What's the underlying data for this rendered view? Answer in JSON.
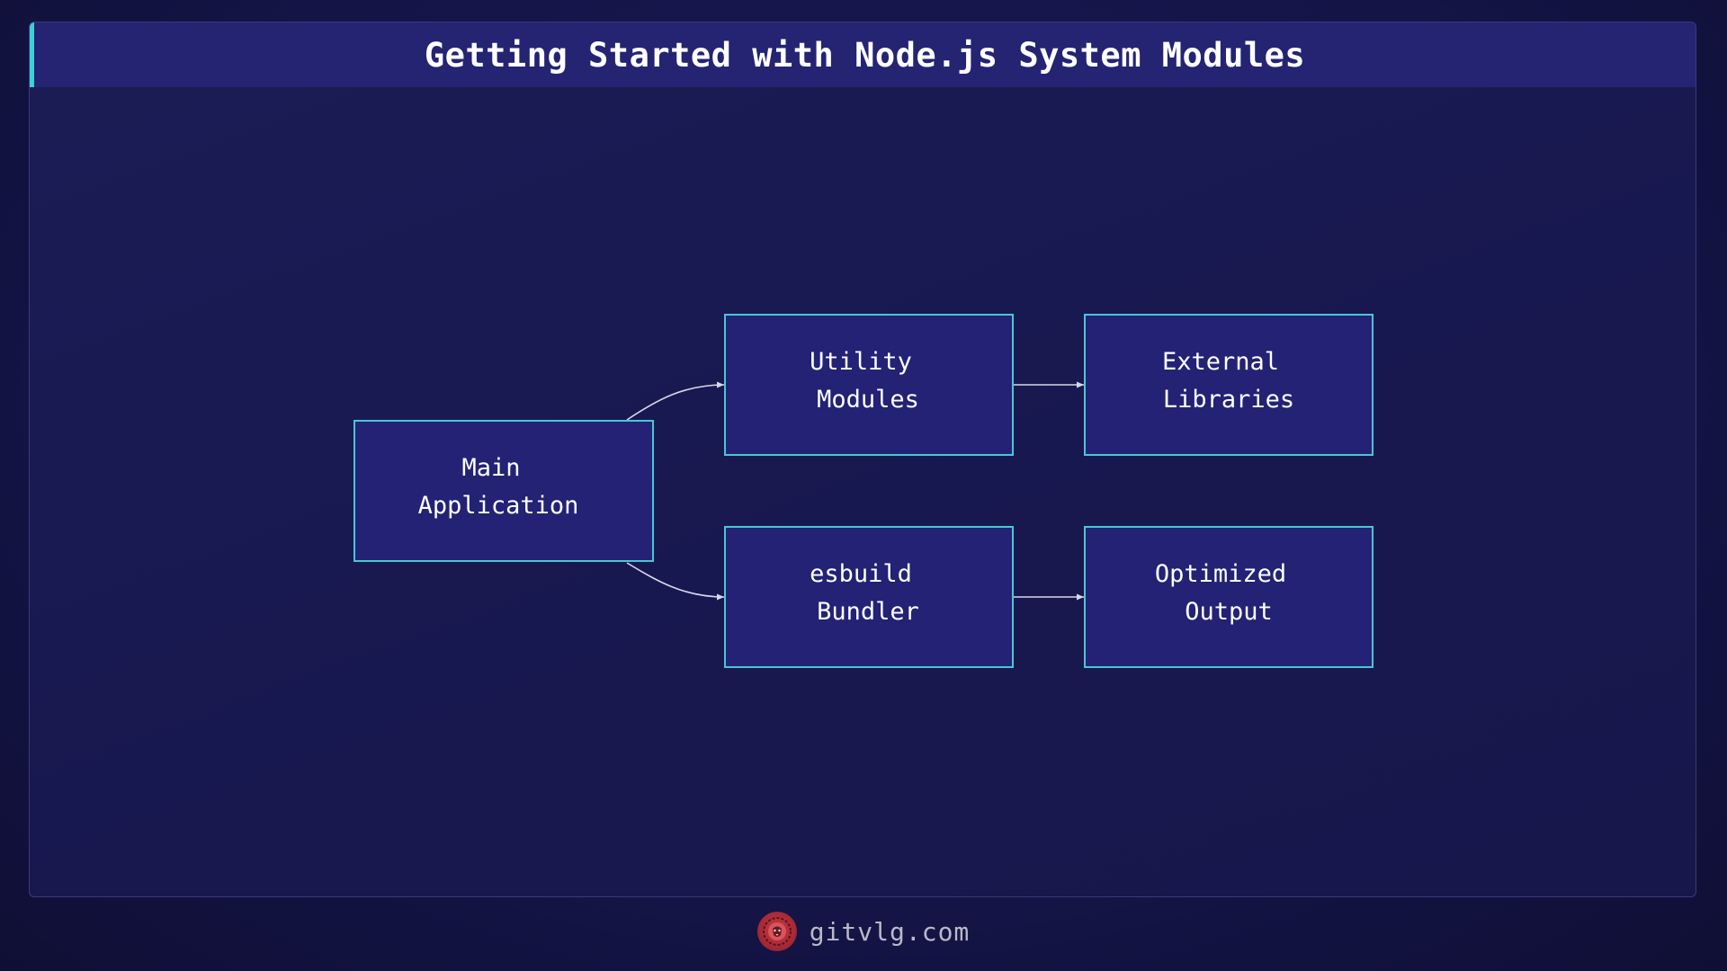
{
  "header": {
    "title": "Getting Started with Node.js System Modules"
  },
  "diagram": {
    "nodes": [
      {
        "id": "main",
        "lines": [
          "Main",
          "Application"
        ]
      },
      {
        "id": "utility",
        "lines": [
          "Utility",
          "Modules"
        ]
      },
      {
        "id": "external",
        "lines": [
          "External",
          "Libraries"
        ]
      },
      {
        "id": "esbuild",
        "lines": [
          "esbuild",
          "Bundler"
        ]
      },
      {
        "id": "optimized",
        "lines": [
          "Optimized",
          "Output"
        ]
      }
    ],
    "edges": [
      {
        "from": "main",
        "to": "utility"
      },
      {
        "from": "main",
        "to": "esbuild"
      },
      {
        "from": "utility",
        "to": "external"
      },
      {
        "from": "esbuild",
        "to": "optimized"
      }
    ]
  },
  "footer": {
    "site": "gitvlg.com",
    "logo_icon": "lion-head-icon"
  },
  "colors": {
    "accent": "#49c7d4",
    "node_fill": "#232275",
    "background": "#18184f",
    "logo": "#c93a44"
  }
}
